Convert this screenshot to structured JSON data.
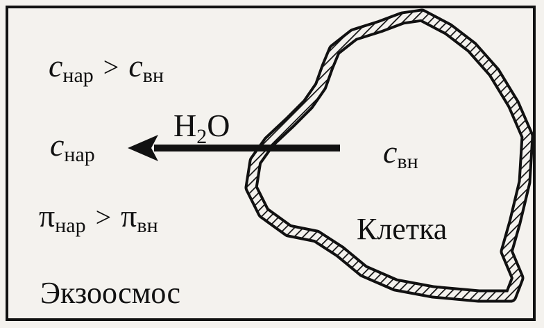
{
  "inequality_concentration": {
    "left_sym": "c",
    "left_sub": "нар",
    "op": ">",
    "right_sym": "c",
    "right_sub": "вн"
  },
  "arrow": {
    "label_main": "H",
    "label_sub": "2",
    "label_tail": "O"
  },
  "outside_concentration": {
    "sym": "c",
    "sub": "нар"
  },
  "inequality_pressure": {
    "left_sym": "π",
    "left_sub": "нар",
    "op": ">",
    "right_sym": "π",
    "right_sub": "вн"
  },
  "inside_concentration": {
    "sym": "c",
    "sub": "вн"
  },
  "cell_label": "Клетка",
  "process_label": "Экзоосмос"
}
